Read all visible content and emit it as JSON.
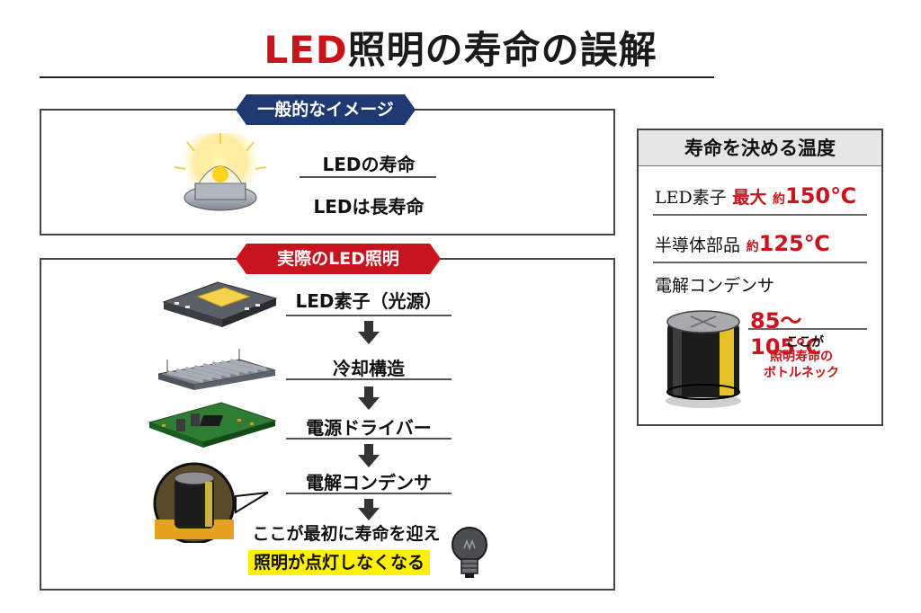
{
  "title": {
    "highlight": "LED",
    "rest": "照明の寿命の誤解"
  },
  "general": {
    "banner": "一般的なイメージ",
    "line1": "LEDの寿命",
    "line2": "LEDは長寿命"
  },
  "actual": {
    "banner": "実際のLED照明",
    "steps": [
      {
        "label": "LED素子（光源）"
      },
      {
        "label": "冷却構造"
      },
      {
        "label": "電源ドライバー"
      },
      {
        "label": "電解コンデンサ"
      }
    ],
    "conclusion_1": "ここが最初に寿命を迎え",
    "conclusion_2": "照明が点灯しなくなる"
  },
  "temperature": {
    "header": "寿命を決める温度",
    "rows": [
      {
        "name": "LED素子",
        "qualifier": "最大",
        "approx": "約",
        "value": "150℃"
      },
      {
        "name": "半導体部品",
        "approx": "約",
        "value": "125℃"
      },
      {
        "name": "電解コンデンサ",
        "value": "85〜105℃"
      }
    ],
    "note_1": "ここが",
    "note_2": "照明寿命の",
    "note_3": "ボトルネック"
  },
  "colors": {
    "accent_red": "#c8141c",
    "banner_blue": "#1f3a73",
    "highlight_yellow": "#fff200"
  }
}
